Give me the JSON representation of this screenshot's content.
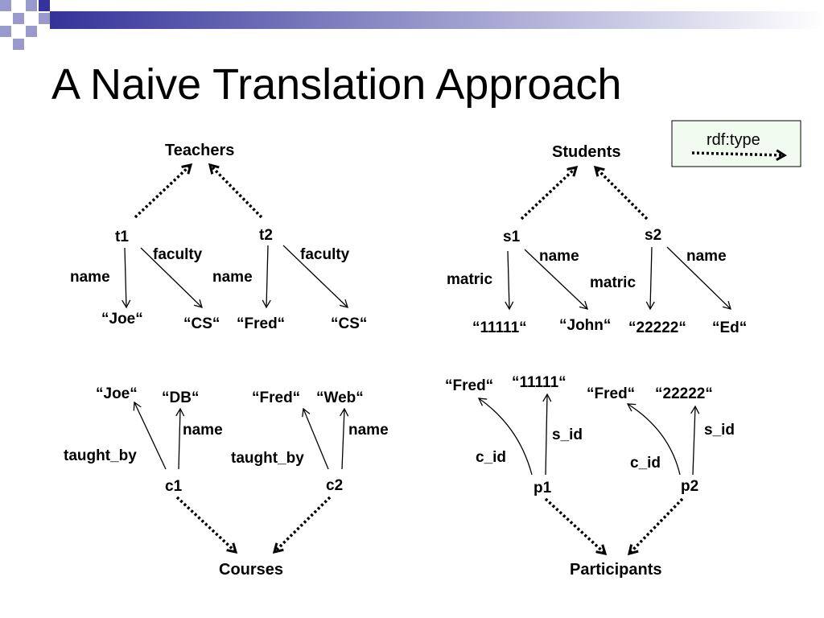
{
  "title": "A Naive Translation Approach",
  "legend": {
    "label": "rdf:type"
  },
  "teachers": {
    "class": "Teachers",
    "t1": "t1",
    "t2": "t2",
    "name1": "name",
    "name2": "name",
    "faculty1": "faculty",
    "faculty2": "faculty",
    "joe": "“Joe“",
    "cs1": "“CS“",
    "fred": "“Fred“",
    "cs2": "“CS“"
  },
  "students": {
    "class": "Students",
    "s1": "s1",
    "s2": "s2",
    "matric1": "matric",
    "name1": "name",
    "matric2": "matric",
    "name2": "name",
    "v11111": "“11111“",
    "john": "“John“",
    "v22222": "“22222“",
    "ed": "“Ed“"
  },
  "courses": {
    "class": "Courses",
    "c1": "c1",
    "c2": "c2",
    "taught_by1": "taught_by",
    "name1": "name",
    "taught_by2": "taught_by",
    "name2": "name",
    "joe": "“Joe“",
    "db": "“DB“",
    "fred": "“Fred“",
    "web": "“Web“"
  },
  "participants": {
    "class": "Participants",
    "p1": "p1",
    "p2": "p2",
    "c_id1": "c_id",
    "s_id1": "s_id",
    "c_id2": "c_id",
    "s_id2": "s_id",
    "fred1": "“Fred“",
    "v11111": "“11111“",
    "fred2": "“Fred“",
    "v22222": "“22222“"
  }
}
